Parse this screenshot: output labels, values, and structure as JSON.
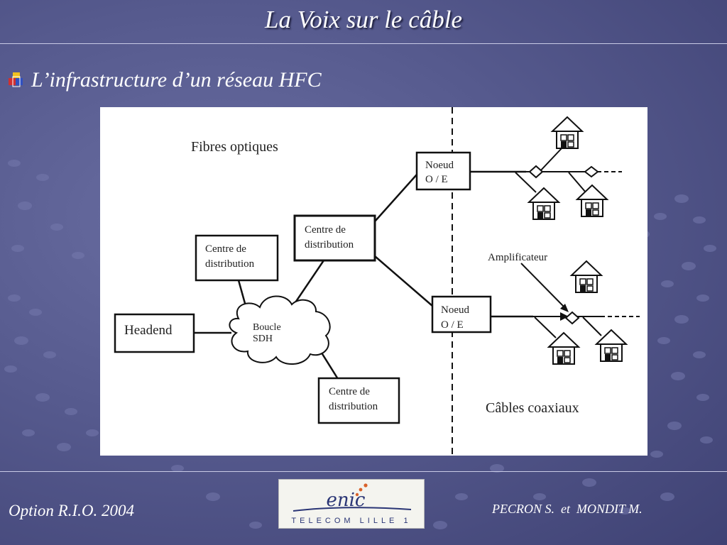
{
  "slide": {
    "title": "La Voix sur le câble",
    "bullet": "L’infrastructure d’un  réseau HFC"
  },
  "diagram": {
    "section_fiber": "Fibres optiques",
    "section_coax": "Câbles coaxiaux",
    "headend": "Headend",
    "ring": [
      "Boucle",
      "SDH"
    ],
    "distribution_top": [
      "Centre de",
      "distribution"
    ],
    "distribution_left": [
      "Centre de",
      "distribution"
    ],
    "distribution_bottom": [
      "Centre de",
      "distribution"
    ],
    "node_top": [
      "Noeud",
      "O / E"
    ],
    "node_bottom": [
      "Noeud",
      "O / E"
    ],
    "amplifier_label": "Amplificateur"
  },
  "footer": {
    "left": "Option R.I.O. 2004",
    "right": "PECRON S.  et  MONDIT M.",
    "logo_word": "enic",
    "logo_sub": "TELECOM LILLE 1"
  },
  "colors": {
    "background": "#565a8e",
    "title_text": "#ffffff",
    "logo_blue": "#2a3575",
    "logo_accent": "#d9622b"
  }
}
